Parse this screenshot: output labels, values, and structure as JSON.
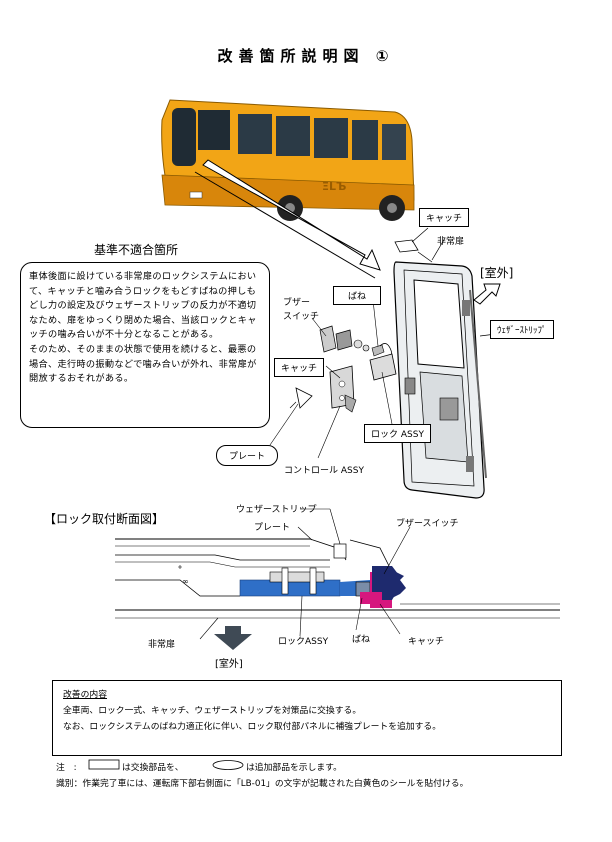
{
  "title": "改善箇所説明図 ①",
  "labels": {
    "catch_top": "キャッチ",
    "emergency_door_top": "非常扉",
    "outside_top": "[室外]",
    "weather_strip_top": "ｳｪｻﾞｰｽﾄﾘｯﾌﾟ",
    "spring_top": "ばね",
    "buzzer_switch_top": "ブザー\nスイッチ",
    "catch_mid": "キャッチ",
    "lock_assy_top": "ロック ASSY",
    "plate_top": "プレート",
    "control_assy": "コントロール ASSY",
    "nonconforming_header": "基準不適合箇所"
  },
  "description": "車体後面に設けている非常扉のロックシステムにおいて、キャッチと噛み合うロックをもどすばねの押しもどし力の設定及びウェザーストリップの反力が不適切なため、扉をゆっくり閉めた場合、当該ロックとキャッチの噛み合いが不十分となることがある。\nそのため、そのままの状態で使用を続けると、最悪の場合、走行時の振動などで噛み合いが外れ、非常扉が開放するおそれがある。",
  "section": {
    "header": "【ロック取付断面図】",
    "weather_strip": "ウェザーストリップ",
    "plate": "プレート",
    "buzzer_switch": "ブザースイッチ",
    "emergency_door": "非常扉",
    "lock_assy": "ロックASSY",
    "spring": "ばね",
    "catch": "キャッチ",
    "outside": "[室外]"
  },
  "improvement": {
    "heading": "改善の内容",
    "line1": "全車両、ロック一式、キャッチ、ウェザーストリップを対策品に交換する。",
    "line2": "なお、ロックシステムのばね力適正化に伴い、ロック取付部パネルに補強プレートを追加する。"
  },
  "notes": {
    "note_prefix": "注　:",
    "note_mid": "は交換部品を、",
    "note_end": "は追加部品を示します。",
    "id_line": "識別：作業完了車には、運転席下部右側面に「LB-01」の文字が記載された白黄色のシールを貼付ける。"
  },
  "colors": {
    "bus_body": "#f2a516",
    "lock_blue": "#2f6fc7",
    "catch_magenta": "#d6177e",
    "buzzer_navy": "#1e2a6e",
    "arrow_fill": "#3f4a55"
  }
}
